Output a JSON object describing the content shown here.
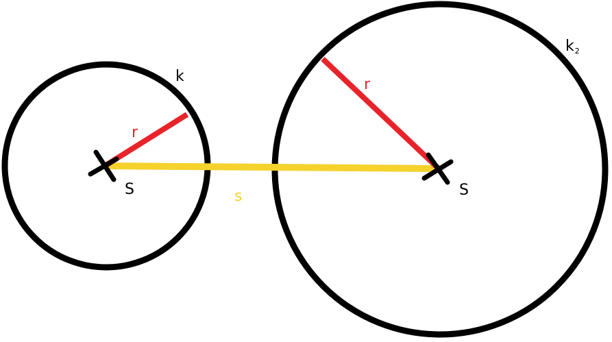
{
  "colors": {
    "outline": "#000000",
    "radius": "#e8232a",
    "segment": "#f5d22c",
    "background": "#ffffff"
  },
  "labels": {
    "circle1_name": "k",
    "circle2_name": "k",
    "circle2_subscript": "2",
    "radius1": "r",
    "radius2": "r",
    "center1": "S",
    "center2": "S",
    "segment": "s"
  },
  "markers": {
    "center_icon": "x-mark-icon"
  }
}
